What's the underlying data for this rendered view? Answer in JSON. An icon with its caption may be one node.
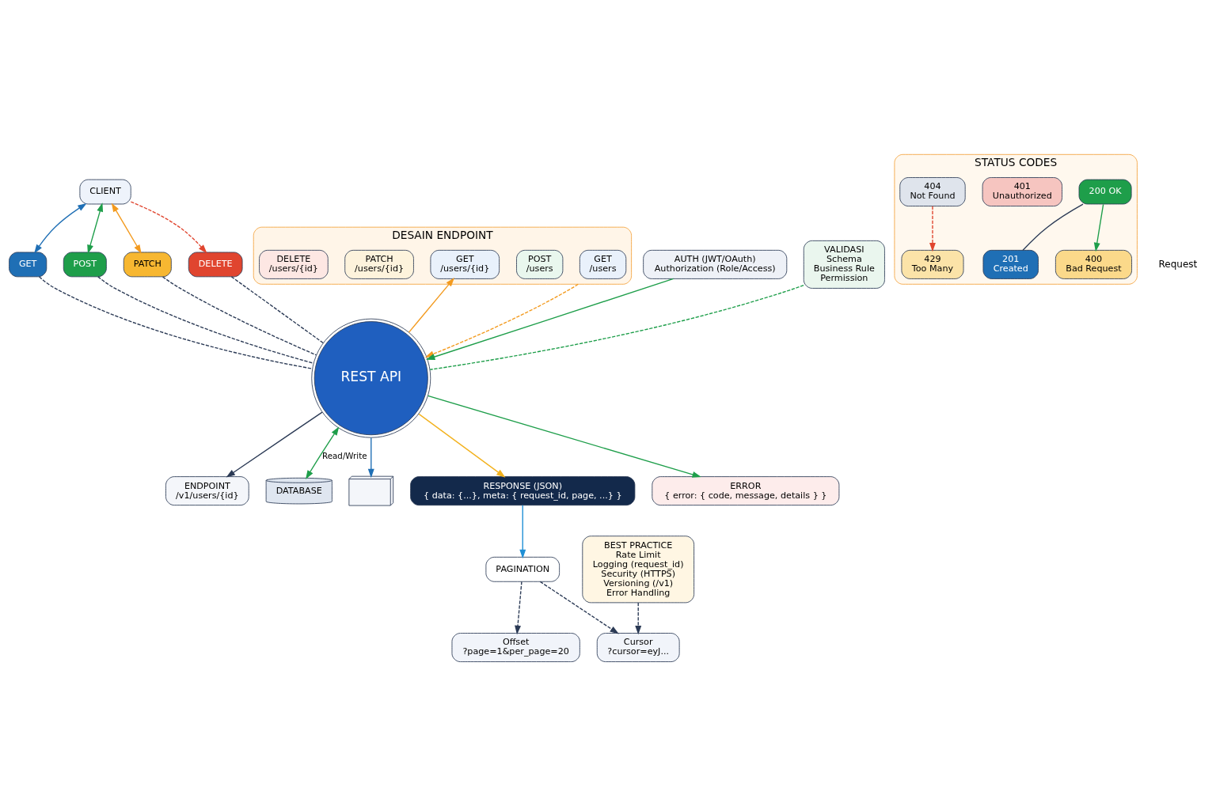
{
  "diagram": {
    "nodes": [
      {
        "text": [
          "CLIENT"
        ]
      },
      {
        "text": [
          "GET"
        ]
      },
      {
        "text": [
          "POST"
        ]
      },
      {
        "text": [
          "PATCH"
        ]
      },
      {
        "text": [
          "DELETE"
        ]
      },
      {
        "text": [
          "ENDPOINT",
          "/v1/users/{id}"
        ]
      },
      {
        "text": [
          "DATABASE"
        ]
      },
      {
        "text": [
          "REST API"
        ]
      },
      {
        "text": [
          "DESAIN ENDPOINT"
        ]
      },
      {
        "text": [
          "GET",
          "/users"
        ],
        "in": 8
      },
      {
        "text": [
          "POST",
          "/users"
        ],
        "in": 8
      },
      {
        "text": [
          "GET",
          "/users/{id}"
        ],
        "in": 8
      },
      {
        "text": [
          "PATCH",
          "/users/{id}"
        ],
        "in": 8
      },
      {
        "text": [
          "DELETE",
          "/users/{id}"
        ],
        "in": 8
      },
      {
        "text": [
          "STATUS CODES"
        ]
      },
      {
        "text": [
          "200 OK"
        ],
        "in": 14
      },
      {
        "text": [
          "201",
          "Created"
        ],
        "in": 14
      },
      {
        "text": [
          "400",
          "Bad Request"
        ],
        "in": 14
      },
      {
        "text": [
          "401",
          "Unauthorized"
        ],
        "in": 14
      },
      {
        "text": [
          "404",
          "Not Found"
        ],
        "in": 14
      },
      {
        "text": [
          "429",
          "Too Many"
        ],
        "in": 14
      },
      {
        "text": [
          "AUTH (JWT/OAuth)",
          "Authorization (Role/Access)"
        ]
      },
      {
        "text": [
          "VALIDASI",
          "Schema",
          "Business Rule",
          "Permission"
        ]
      },
      {
        "text": [],
        "shape": "picture"
      },
      {
        "text": [
          "RESPONSE (JSON)",
          "{ data: {...}, meta: { request_id, page, ...} }"
        ]
      },
      {
        "text": [
          "ERROR",
          "{ error: { code, message, details } }"
        ]
      },
      {
        "text": [
          "PAGINATION"
        ]
      },
      {
        "text": [
          "Offset",
          "?page=1&per_page=20"
        ]
      },
      {
        "text": [
          "Cursor",
          "?cursor=eyJ..."
        ]
      },
      {
        "text": [
          "BEST PRACTICE",
          "Rate Limit",
          "Logging (request_id)",
          "Security (HTTPS)",
          "Versioning (/v1)",
          "Error Handling"
        ]
      }
    ],
    "edges": [
      {
        "from": 0,
        "to": 1,
        "arrow": "both",
        "color": "#1f6fb5"
      },
      {
        "from": 0,
        "to": 2,
        "arrow": "both",
        "color": "#1e9e4a"
      },
      {
        "from": 0,
        "to": 3,
        "arrow": "both",
        "color": "#f39a1e"
      },
      {
        "from": 0,
        "to": 4,
        "arrow": "to",
        "style": "dashed",
        "color": "#e0452f"
      },
      {
        "from": 1,
        "to": 7,
        "arrow": "none",
        "style": "dashed"
      },
      {
        "from": 2,
        "to": 7,
        "arrow": "none",
        "style": "dashed"
      },
      {
        "from": 3,
        "to": 7,
        "arrow": "none",
        "style": "dashed"
      },
      {
        "from": 4,
        "to": 7,
        "arrow": "none",
        "style": "dashed"
      },
      {
        "from": 7,
        "to": 5,
        "arrow": "to"
      },
      {
        "from": 7,
        "to": 6,
        "arrow": "both",
        "label": "Read/Write",
        "color": "#1e9e4a"
      },
      {
        "from": 8,
        "to": 7,
        "arrow": "to",
        "style": "dashed",
        "color": "#f39a1e"
      },
      {
        "from": 7,
        "to": 11,
        "arrow": "to",
        "color": "#f39a1e"
      },
      {
        "from": 21,
        "to": 7,
        "arrow": "to",
        "color": "#1e9e4a"
      },
      {
        "from": 22,
        "to": 7,
        "arrow": "none",
        "style": "dashed",
        "color": "#1e9e4a"
      },
      {
        "from": 7,
        "to": 23,
        "arrow": "to",
        "color": "#1f6fb5"
      },
      {
        "from": 7,
        "to": 24,
        "arrow": "to",
        "color": "#f3b21e"
      },
      {
        "from": 7,
        "to": 25,
        "arrow": "to",
        "color": "#1e9e4a"
      },
      {
        "from": 24,
        "to": 26,
        "arrow": "to",
        "color": "#1f8fd5"
      },
      {
        "from": 26,
        "to": 27,
        "arrow": "to",
        "style": "dashed"
      },
      {
        "from": 26,
        "to": 28,
        "arrow": "to",
        "style": "dashed"
      },
      {
        "from": 29,
        "to": 28,
        "arrow": "to",
        "style": "dashed"
      },
      {
        "from": 15,
        "to": 16,
        "arrow": "none"
      },
      {
        "from": 15,
        "to": 17,
        "arrow": "to",
        "color": "#1e9e4a"
      },
      {
        "from": 19,
        "to": 20,
        "arrow": "to",
        "style": "dashed",
        "color": "#e0452f"
      }
    ],
    "labels": [
      "Request"
    ]
  }
}
